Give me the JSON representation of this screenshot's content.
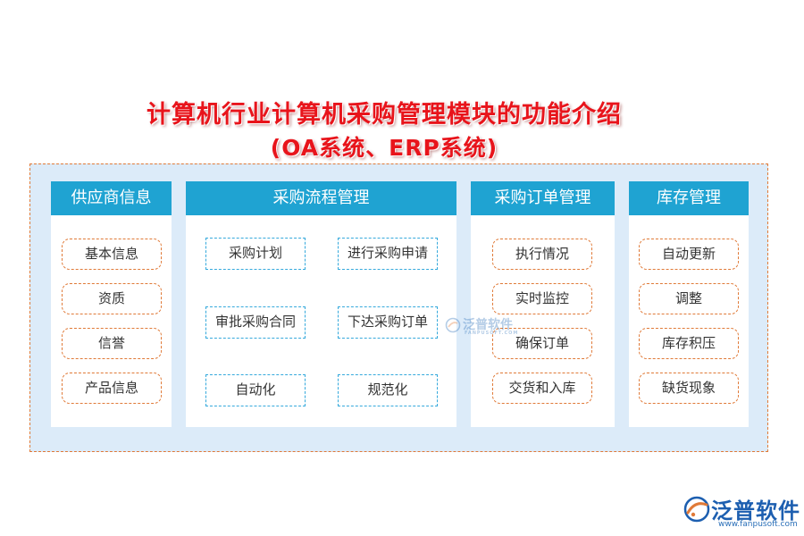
{
  "title": {
    "line1": "计算机行业计算机采购管理模块的功能介绍",
    "line2": "(OA系统、ERP系统)"
  },
  "columns": [
    {
      "header": "供应商信息",
      "items": [
        "基本信息",
        "资质",
        "信誉",
        "产品信息"
      ]
    },
    {
      "header": "采购流程管理",
      "items": [
        "采购计划",
        "进行采购申请",
        "审批采购合同",
        "下达采购订单",
        "自动化",
        "规范化"
      ]
    },
    {
      "header": "采购订单管理",
      "items": [
        "执行情况",
        "实时监控",
        "确保订单",
        "交货和入库"
      ]
    },
    {
      "header": "库存管理",
      "items": [
        "自动更新",
        "调整",
        "库存积压",
        "缺货现象"
      ]
    }
  ],
  "watermark": {
    "text": "泛普软件",
    "sub": "FANPUSOFT.COM"
  },
  "logo": {
    "text": "泛普软件",
    "url": "www.fanpusoft.com"
  },
  "colors": {
    "title": "#e8141b",
    "header_bg": "#1fa3d2",
    "frame_bg": "#dcebf9",
    "dash_orange": "#e07a38",
    "dash_blue": "#35a9dc"
  }
}
